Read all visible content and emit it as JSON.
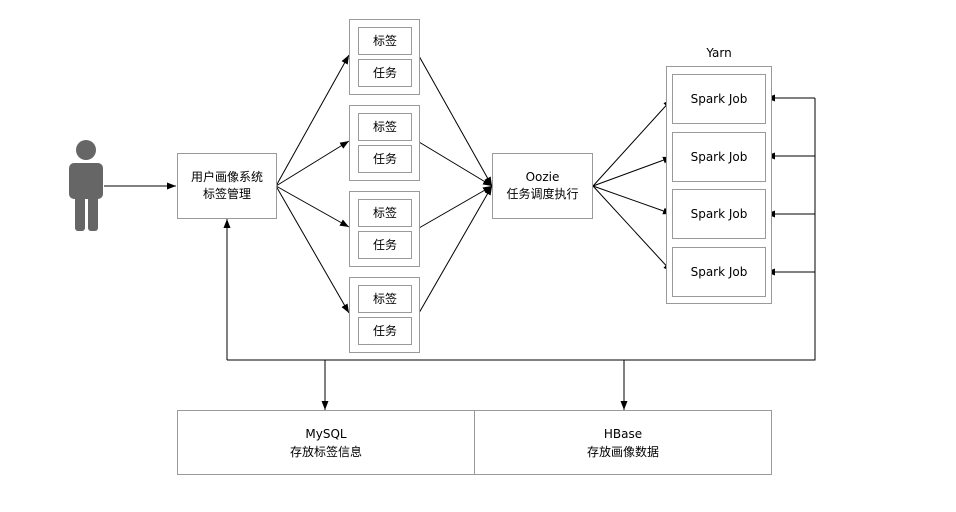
{
  "diagram": {
    "user": {
      "icon": "person-icon"
    },
    "management": {
      "line1": "用户画像系统",
      "line2": "标签管理"
    },
    "tag_groups": [
      {
        "tag": "标签",
        "task": "任务"
      },
      {
        "tag": "标签",
        "task": "任务"
      },
      {
        "tag": "标签",
        "task": "任务"
      },
      {
        "tag": "标签",
        "task": "任务"
      }
    ],
    "oozie": {
      "line1": "Oozie",
      "line2": "任务调度执行"
    },
    "yarn": {
      "title": "Yarn",
      "jobs": [
        "Spark Job",
        "Spark Job",
        "Spark Job",
        "Spark Job"
      ]
    },
    "storage": [
      {
        "line1": "MySQL",
        "line2": "存放标签信息"
      },
      {
        "line1": "HBase",
        "line2": "存放画像数据"
      }
    ],
    "colors": {
      "line": "#000000",
      "border": "#9a9a9a",
      "person": "#666666"
    }
  }
}
